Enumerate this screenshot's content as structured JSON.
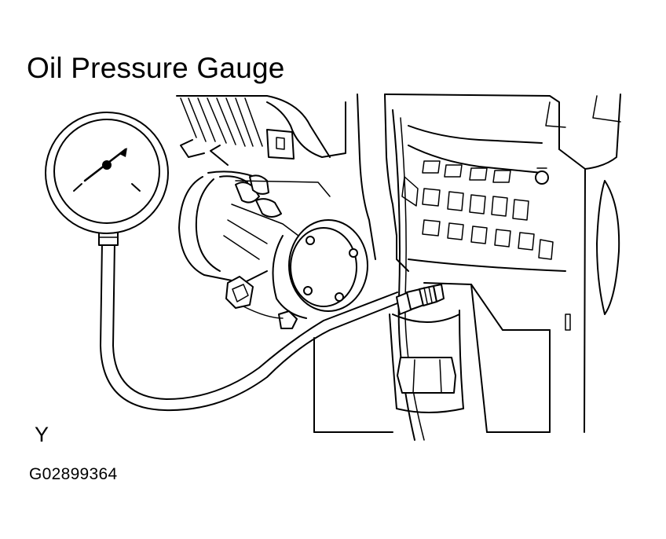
{
  "diagram": {
    "title": "Oil Pressure Gauge",
    "corner_letter": "Y",
    "figure_code": "G02899364",
    "stroke_color": "#000000",
    "background_color": "#ffffff",
    "components": [
      "gauge-icon",
      "hose",
      "fitting",
      "oil-filter",
      "alternator",
      "engine-block"
    ]
  }
}
